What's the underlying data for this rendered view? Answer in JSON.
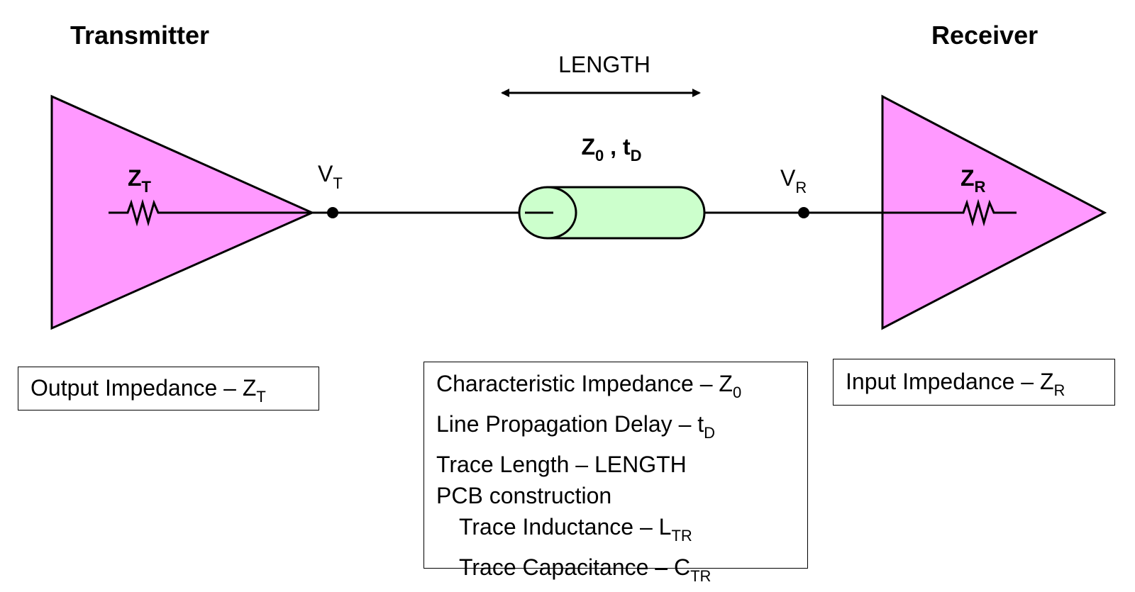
{
  "transmitter": {
    "title": "Transmitter",
    "resistor_label": "Z",
    "resistor_sub": "T",
    "node_label": "V",
    "node_sub": "T",
    "fill_color": "#ff99ff"
  },
  "receiver": {
    "title": "Receiver",
    "resistor_label": "Z",
    "resistor_sub": "R",
    "node_label": "V",
    "node_sub": "R",
    "fill_color": "#ff99ff"
  },
  "line": {
    "length_label": "LENGTH",
    "param_main1": "Z",
    "param_sub1": "0",
    "param_sep": " , ",
    "param_main2": "t",
    "param_sub2": "D",
    "fill_color": "#ccffcc"
  },
  "legend_left": {
    "text": "Output Impedance – Z",
    "sub": "T"
  },
  "legend_right": {
    "text": "Input Impedance – Z",
    "sub": "R"
  },
  "legend_center": [
    {
      "text": "Characteristic Impedance – Z",
      "sub": "0",
      "indent": false
    },
    {
      "text": "Line Propagation Delay – t",
      "sub": "D",
      "indent": false
    },
    {
      "text": "Trace Length – LENGTH",
      "sub": "",
      "indent": false
    },
    {
      "text": "PCB construction",
      "sub": "",
      "indent": false
    },
    {
      "text": "Trace Inductance – L",
      "sub": "TR",
      "indent": true
    },
    {
      "text": "Trace Capacitance – C",
      "sub": "TR",
      "indent": true
    }
  ]
}
